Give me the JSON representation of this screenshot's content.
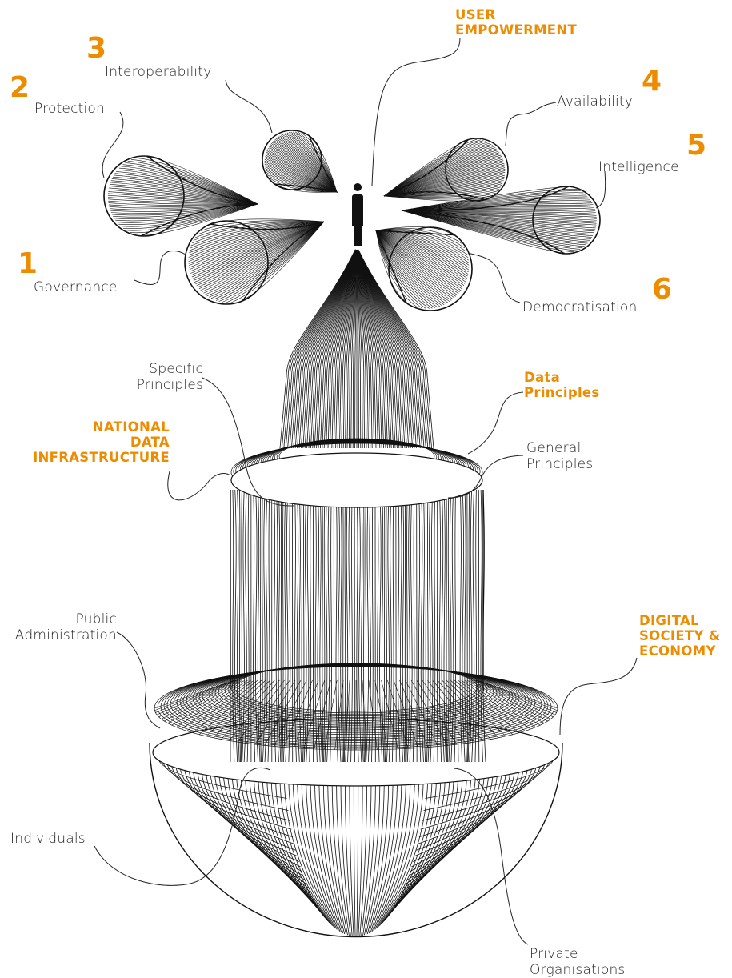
{
  "colors": {
    "accent": "#ee8c00",
    "ink": "#111111"
  },
  "top": {
    "heading": [
      "USER",
      "EMPOWERMENT"
    ],
    "icon": "person-icon"
  },
  "principles": [
    {
      "number": "1",
      "label": "Governance"
    },
    {
      "number": "2",
      "label": "Protection"
    },
    {
      "number": "3",
      "label": "Interoperability"
    },
    {
      "number": "4",
      "label": "Availability"
    },
    {
      "number": "5",
      "label": "Intelligence"
    },
    {
      "number": "6",
      "label": "Democratisation"
    }
  ],
  "middle": {
    "heading_data": [
      "Data",
      "Principles"
    ],
    "specific": [
      "Specific",
      "Principles"
    ],
    "general": [
      "General",
      "Principles"
    ],
    "heading_ndi": [
      "NATIONAL",
      "DATA",
      "INFRASTRUCTURE"
    ]
  },
  "bottom": {
    "public": [
      "Public",
      "Administration"
    ],
    "heading_society": [
      "DIGITAL",
      "SOCIETY &",
      "ECONOMY"
    ],
    "individuals": "Individuals",
    "private": [
      "Private",
      "Organisations"
    ]
  }
}
